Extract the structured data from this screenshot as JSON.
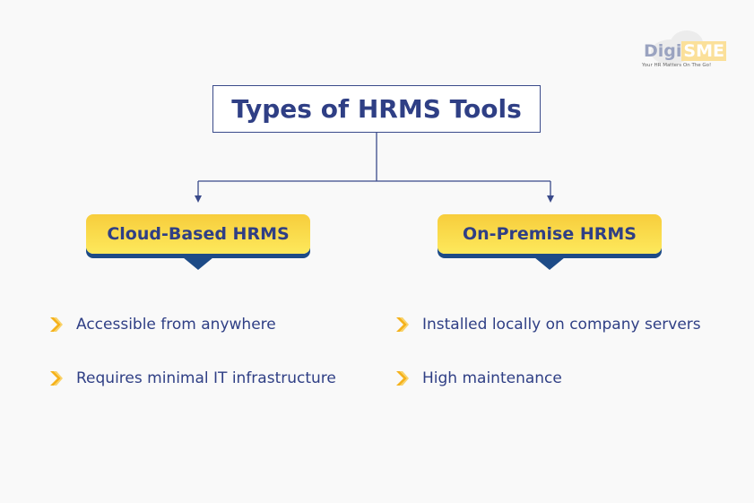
{
  "logo": {
    "brand_a": "Digi",
    "brand_b": "SME",
    "tagline": "Your HR Matters On The Go!"
  },
  "title": "Types of HRMS Tools",
  "categories": [
    {
      "label": "Cloud-Based HRMS",
      "points": [
        "Accessible from anywhere",
        "Requires minimal IT infrastructure"
      ]
    },
    {
      "label": "On-Premise HRMS",
      "points": [
        "Installed locally on company servers",
        "High maintenance"
      ]
    }
  ],
  "colors": {
    "navy": "#2f3f85",
    "yellow": "#f7cd3c",
    "dark_blue": "#1d4b87",
    "bullet": "#f5b21b"
  }
}
